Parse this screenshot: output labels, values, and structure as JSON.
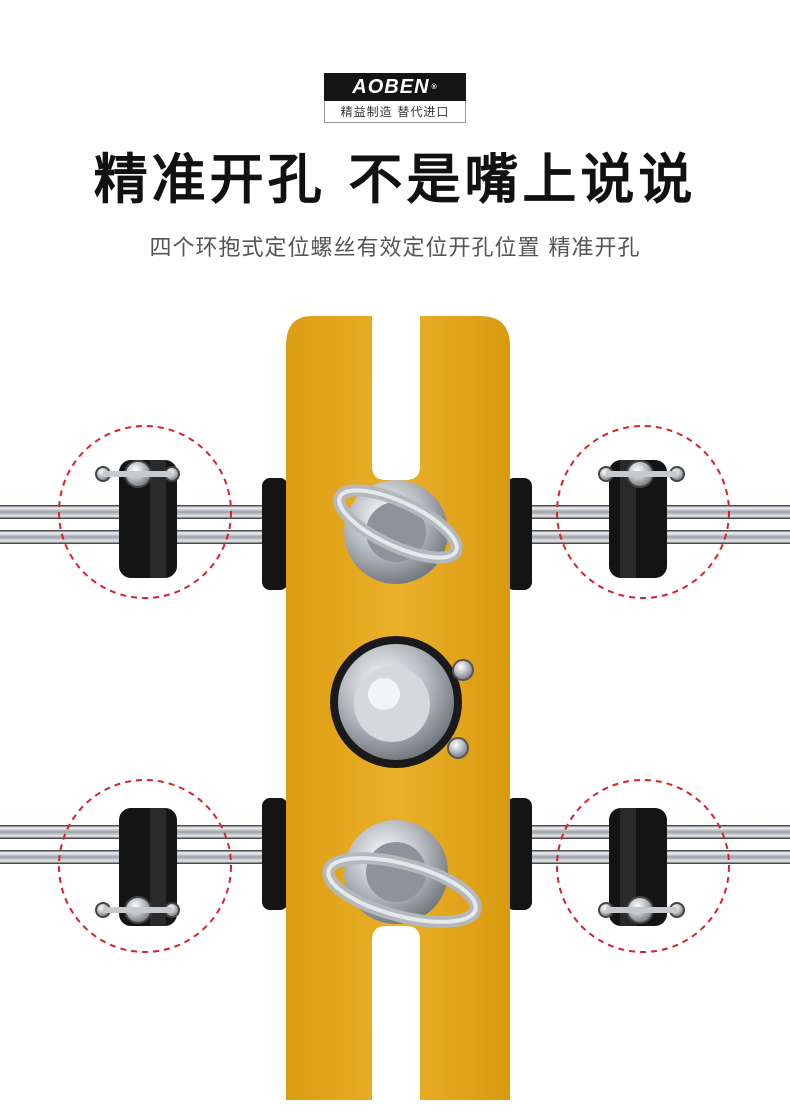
{
  "logo": {
    "brand": "AOBEN",
    "mark": "®",
    "slogan": "精益制造 替代进口"
  },
  "headline": "精准开孔 不是嘴上说说",
  "subheadline": "四个环抱式定位螺丝有效定位开孔位置 精准开孔",
  "colors": {
    "plate": "#E8A91B",
    "highlight_circle": "#D9232B",
    "clamp": "#141414",
    "rod": "#B8BEC4"
  },
  "icons": [
    "wing-screw-icon",
    "eye-bolt-icon",
    "center-pin-icon"
  ]
}
